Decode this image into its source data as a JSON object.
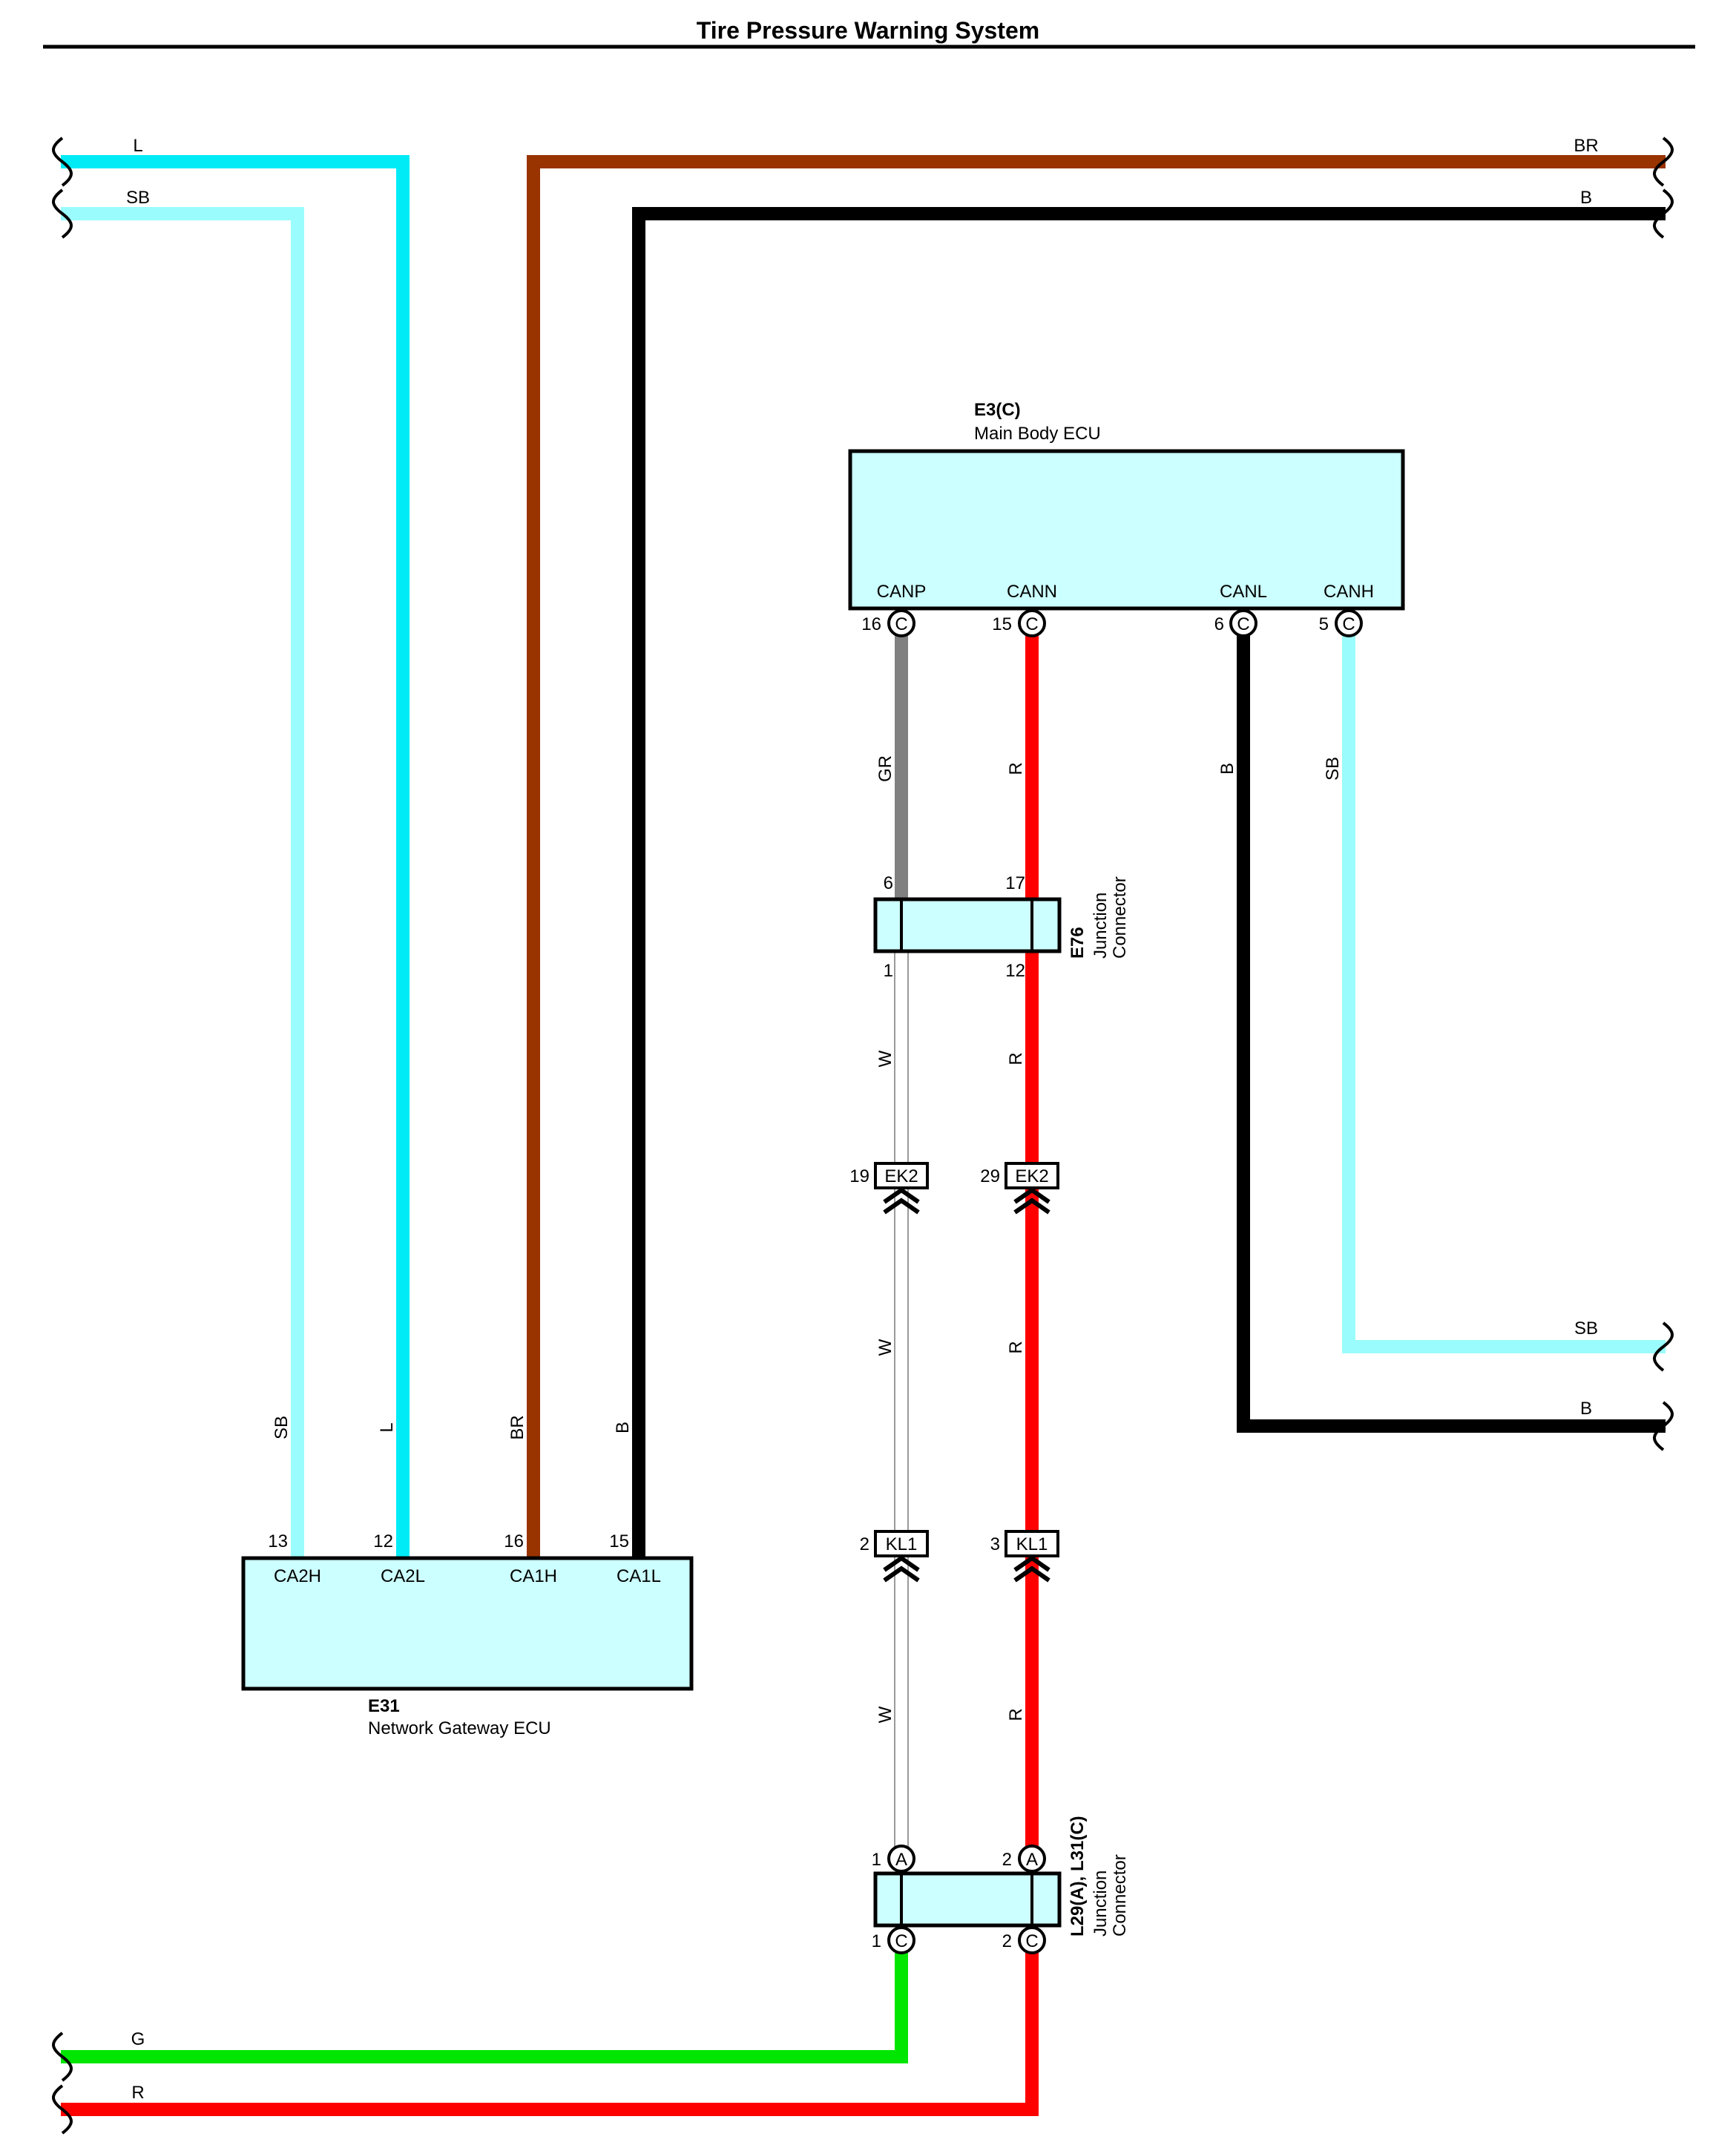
{
  "title": "Tire Pressure Warning System",
  "colors": {
    "L": "#00ebf5",
    "SB": "#9afcfc",
    "BR": "#993300",
    "B": "#000000",
    "GR": "#808080",
    "R": "#ff0000",
    "W": "#ffffff",
    "G": "#00e600",
    "box_fill": "#ccffff"
  },
  "edge_labels": {
    "L": "L",
    "SB_left": "SB",
    "BR": "BR",
    "B_right": "B",
    "SB_right": "SB",
    "B_right2": "B",
    "G": "G",
    "R": "R"
  },
  "main_body_ecu": {
    "code": "E3(C)",
    "name": "Main Body ECU",
    "terminals": [
      {
        "name": "CANP",
        "pin": "16",
        "conn": "C"
      },
      {
        "name": "CANN",
        "pin": "15",
        "conn": "C"
      },
      {
        "name": "CANL",
        "pin": "6",
        "conn": "C"
      },
      {
        "name": "CANH",
        "pin": "5",
        "conn": "C"
      }
    ]
  },
  "network_gateway_ecu": {
    "code": "E31",
    "name": "Network Gateway ECU",
    "terminals": [
      {
        "name": "CA2H",
        "pin": "13"
      },
      {
        "name": "CA2L",
        "pin": "12"
      },
      {
        "name": "CA1H",
        "pin": "16"
      },
      {
        "name": "CA1L",
        "pin": "15"
      }
    ]
  },
  "wire_labels": {
    "gw_sb": "SB",
    "gw_l": "L",
    "gw_br": "BR",
    "gw_b": "B",
    "canp_gr": "GR",
    "cann_r": "R",
    "canl_b": "B",
    "canh_sb": "SB",
    "w1": "W",
    "r1": "R",
    "w2": "W",
    "r2": "R",
    "w3": "W",
    "r3": "R"
  },
  "e76": {
    "code": "E76",
    "line1": "Junction",
    "line2": "Connector",
    "pins": {
      "top_left": "6",
      "top_right": "17",
      "bottom_left": "1",
      "bottom_right": "12"
    }
  },
  "ek2": {
    "label": "EK2",
    "left_pin": "19",
    "right_pin": "29"
  },
  "kl1": {
    "label": "KL1",
    "left_pin": "2",
    "right_pin": "3"
  },
  "l29": {
    "code": "L29(A), L31(C)",
    "line1": "Junction",
    "line2": "Connector",
    "top_left_pin": "1",
    "top_left_conn": "A",
    "top_right_pin": "2",
    "top_right_conn": "A",
    "bottom_left_pin": "1",
    "bottom_left_conn": "C",
    "bottom_right_pin": "2",
    "bottom_right_conn": "C"
  }
}
